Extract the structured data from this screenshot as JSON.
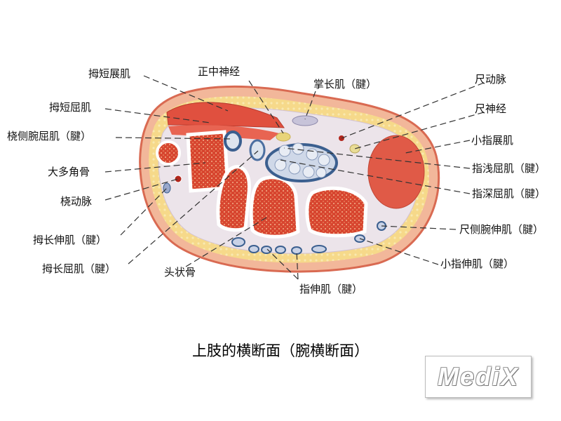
{
  "title": "上肢的横断面（腕横断面）",
  "logo": "MediX",
  "labels": {
    "abductor_pollicis_brevis": "拇短展肌",
    "median_nerve": "正中神经",
    "palmaris_longus": "掌长肌（腱）",
    "ulnar_artery": "尺动脉",
    "flexor_pollicis_brevis": "拇短屈肌",
    "ulnar_nerve": "尺神经",
    "flexor_carpi_radialis": "桡侧腕屈肌（腱）",
    "abductor_digiti_minimi": "小指展肌",
    "trapezium": "大多角骨",
    "fds": "指浅屈肌（腱）",
    "radial_artery": "桡动脉",
    "fdp": "指深屈肌（腱）",
    "epl": "拇长伸肌（腱）",
    "ecu": "尺侧腕伸肌（腱）",
    "fpl": "拇长屈肌（腱）",
    "capitate": "头状骨",
    "edm": "小指伸肌（腱）",
    "ed": "指伸肌（腱）"
  }
}
